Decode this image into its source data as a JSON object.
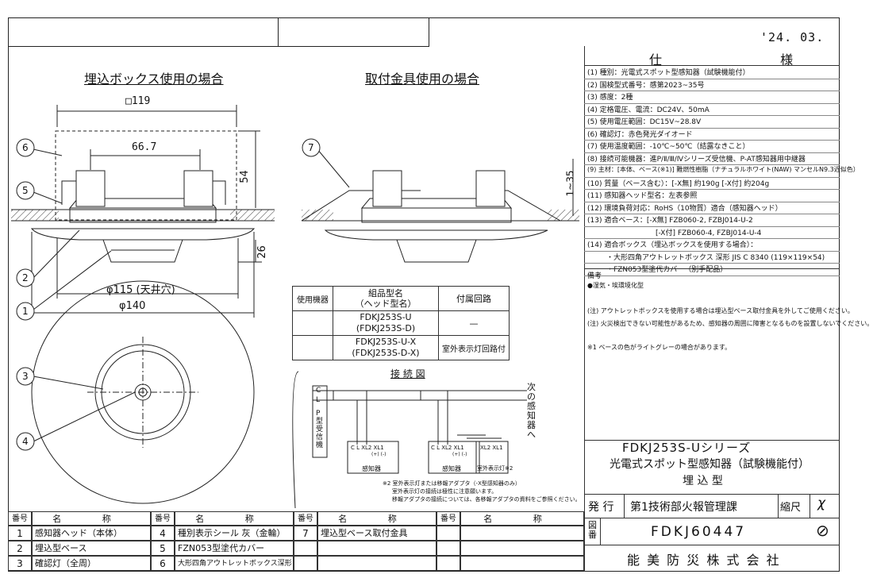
{
  "date": "'24. 03.",
  "titles": {
    "left": "埋込ボックス使用の場合",
    "right": "取付金具使用の場合",
    "connection": "接 続 図"
  },
  "dims": {
    "d119": "□119",
    "d667": "66.7",
    "d54": "54",
    "d26": "26",
    "d115": "φ115 (天井穴)",
    "d140": "φ140",
    "d135": "1~35"
  },
  "callouts": [
    "1",
    "2",
    "3",
    "4",
    "5",
    "6",
    "7"
  ],
  "spec": {
    "heading": "仕 様",
    "items": [
      "(1) 種別：光電式スポット型感知器（試験機能付）",
      "(2) 国検型式番号：感第2023~35号",
      "(3) 感度：2種",
      "(4) 定格電圧、電流：DC24V、50mA",
      "(5) 使用電圧範囲：DC15V~28.8V",
      "(6) 確認灯：赤色発光ダイオード",
      "(7) 使用温度範囲：-10℃~50℃（結露なきこと）",
      "(8) 接続可能機器：進P/Ⅱ/Ⅲ/Ⅳシリーズ受信機、P-AT感知器用中継器",
      "(9) 主材：[本体、ベース(※1)] 難燃性樹脂（ナチュラルホワイト(NAW) マンセルN9.3近似色）",
      "(10) 質量（ベース含む）：[-X無] 約190g [-X付] 約204g",
      "(11) 感知器ヘッド型名：左表参照",
      "(12) 環境負荷対応：RoHS（10物質）適合（感知器ヘッド）",
      "(13) 適合ベース：[-X無] FZB060-2, FZBJ014-U-2",
      "[-X付] FZB060-4, FZBJ014-U-4",
      "(14) 適合ボックス（埋込ボックスを使用する場合）：",
      "・大形四角アウトレットボックス 深形 JIS C 8340 (119×119×54)",
      "・FZN053型塗代カバー（別手配品）"
    ],
    "notes_heading": "備考",
    "notes": [
      "●湿気・埃環境化型",
      "(注) アウトレットボックスを使用する場合は埋込型ベース取付金具を外してご使用ください。",
      "(注) 火災検出できない可能性があるため、感知器の周囲に障害となるものを設置しないでください。",
      "※1 ベースの色がライトグレーの場合があります。"
    ]
  },
  "product": {
    "series": "FDKJ253S-Uシリーズ",
    "type": "光電式スポット型感知器（試験機能付）",
    "mount": "埋 込 型"
  },
  "issue": {
    "label": "発 行",
    "dept": "第1技術部火報管理課",
    "scale_label": "縮尺",
    "scale": "χ"
  },
  "drawing": {
    "label": "図番",
    "number": "FDKJ60447",
    "symbol": "⊘"
  },
  "company": "能 美 防 災 株 式 会 社",
  "model_table": {
    "headers": [
      "使用機器",
      "組品型名\n（ヘッド型名）",
      "付属回路"
    ],
    "rows": [
      {
        "model": "FDKJ253S-U",
        "head": "(FDKJ253S-D)",
        "circuit": "—"
      },
      {
        "model": "FDKJ253S-U-X",
        "head": "(FDKJ253S-D-X)",
        "circuit": "室外表示灯回路付"
      }
    ]
  },
  "wiring": {
    "cl": "C L",
    "receiver": "P型受信機",
    "next": "次の感知器へ",
    "terms1": "C  L  XL2 XL1",
    "terms2": "C  L  XL2 XL1",
    "pm": "(+) (-)",
    "det1": "感知器",
    "det2": "感知器",
    "lamp_terms": "XL2 XL1",
    "lamp": "室外表示灯※2",
    "note1": "※2 室外表示灯または移報アダプタ（-X型感知器のみ）",
    "note2": "室外表示灯の接続は極性に注意願います。",
    "note3": "移報アダプタの接続については、各移報アダプタの資料をご参照ください。"
  },
  "parts": {
    "headers": [
      "番号",
      "名 称"
    ],
    "cols": [
      [
        {
          "no": "1",
          "name": "感知器ヘッド（本体）"
        },
        {
          "no": "2",
          "name": "埋込型ベース"
        },
        {
          "no": "3",
          "name": "確認灯（全周）"
        }
      ],
      [
        {
          "no": "4",
          "name": "種別表示シール 灰（金輪）"
        },
        {
          "no": "5",
          "name": "FZN053型塗代カバー"
        },
        {
          "no": "6",
          "name": "大形四角アウトレットボックス深形"
        }
      ],
      [
        {
          "no": "7",
          "name": "埋込型ベース取付金具"
        },
        {
          "no": "",
          "name": ""
        },
        {
          "no": "",
          "name": ""
        }
      ],
      [
        {
          "no": "",
          "name": ""
        },
        {
          "no": "",
          "name": ""
        },
        {
          "no": "",
          "name": ""
        }
      ]
    ]
  }
}
